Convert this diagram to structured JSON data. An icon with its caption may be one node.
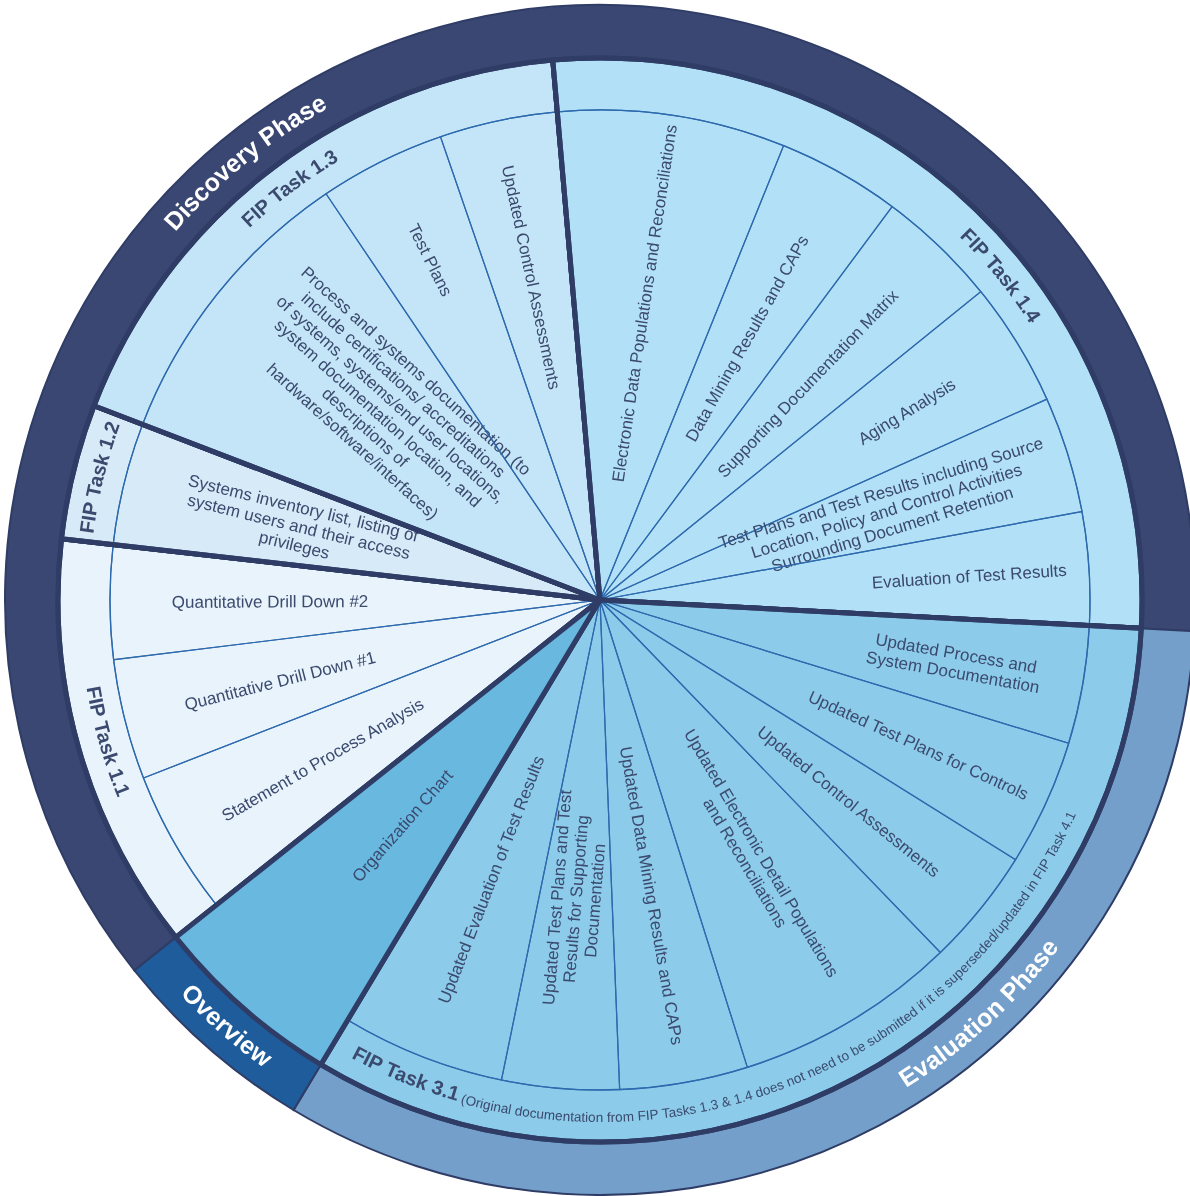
{
  "diagram": {
    "nodes": [
      {
        "text": [
          "Discovery Phase"
        ]
      },
      {
        "text": [
          "FIP Task 1.1"
        ],
        "in": 0
      },
      {
        "text": [
          "Quantitative Drill Down #2"
        ],
        "in": 1
      },
      {
        "text": [
          "Quantitative Drill Down #1"
        ],
        "in": 1
      },
      {
        "text": [
          "Statement to Process Analysis"
        ],
        "in": 1
      },
      {
        "text": [
          "FIP Task 1.2"
        ],
        "in": 0
      },
      {
        "text": [
          "Systems inventory list, listing of system users and their access privileges"
        ],
        "in": 5
      },
      {
        "text": [
          "FIP Task 1.3"
        ],
        "in": 0
      },
      {
        "text": [
          "Process and systems documentation (to include certifications/ accreditations of systems, systems/end user locations, system documentation location, and descriptions of hardware/software/interfaces)"
        ],
        "in": 7
      },
      {
        "text": [
          "Test Plans"
        ],
        "in": 7
      },
      {
        "text": [
          "Updated Control Assessments"
        ],
        "in": 7
      },
      {
        "text": [
          "FIP Task 1.4"
        ],
        "in": 0
      },
      {
        "text": [
          "Electronic Data Populations and Reconciliations"
        ],
        "in": 11
      },
      {
        "text": [
          "Data Mining Results and CAPs"
        ],
        "in": 11
      },
      {
        "text": [
          "Supporting Documentation Matrix"
        ],
        "in": 11
      },
      {
        "text": [
          "Aging Analysis"
        ],
        "in": 11
      },
      {
        "text": [
          "Test Plans and Test Results including Source Location, Policy and Control Activities Surrounding Document Retention"
        ],
        "in": 11
      },
      {
        "text": [
          "Evaluation of Test Results"
        ],
        "in": 11
      },
      {
        "text": [
          "Evaluation Phase"
        ]
      },
      {
        "text": [
          "FIP Task 3.1"
        ],
        "in": 18,
        "beside": [
          "(Original documentation from FIP Tasks 1.3 & 1.4 does not need to be submitted if it is superseded/updated in FIP Task 4.1"
        ]
      },
      {
        "text": [
          "Updated Process and System Documentation"
        ],
        "in": 19
      },
      {
        "text": [
          "Updated Test Plans for Controls"
        ],
        "in": 19
      },
      {
        "text": [
          "Updated Control Assessments"
        ],
        "in": 19
      },
      {
        "text": [
          "Updated Electronic Detail Populations and Reconciliations"
        ],
        "in": 19
      },
      {
        "text": [
          "Updated Data Mining Results and CAPs"
        ],
        "in": 19
      },
      {
        "text": [
          "Updated Test Plans and Test Results for Supporting Documentation"
        ],
        "in": 19
      },
      {
        "text": [
          "Updated Evaluation of Test Results"
        ],
        "in": 19
      },
      {
        "text": [
          "Overview"
        ]
      },
      {
        "text": [
          "Organization Chart"
        ],
        "in": 27
      }
    ]
  }
}
